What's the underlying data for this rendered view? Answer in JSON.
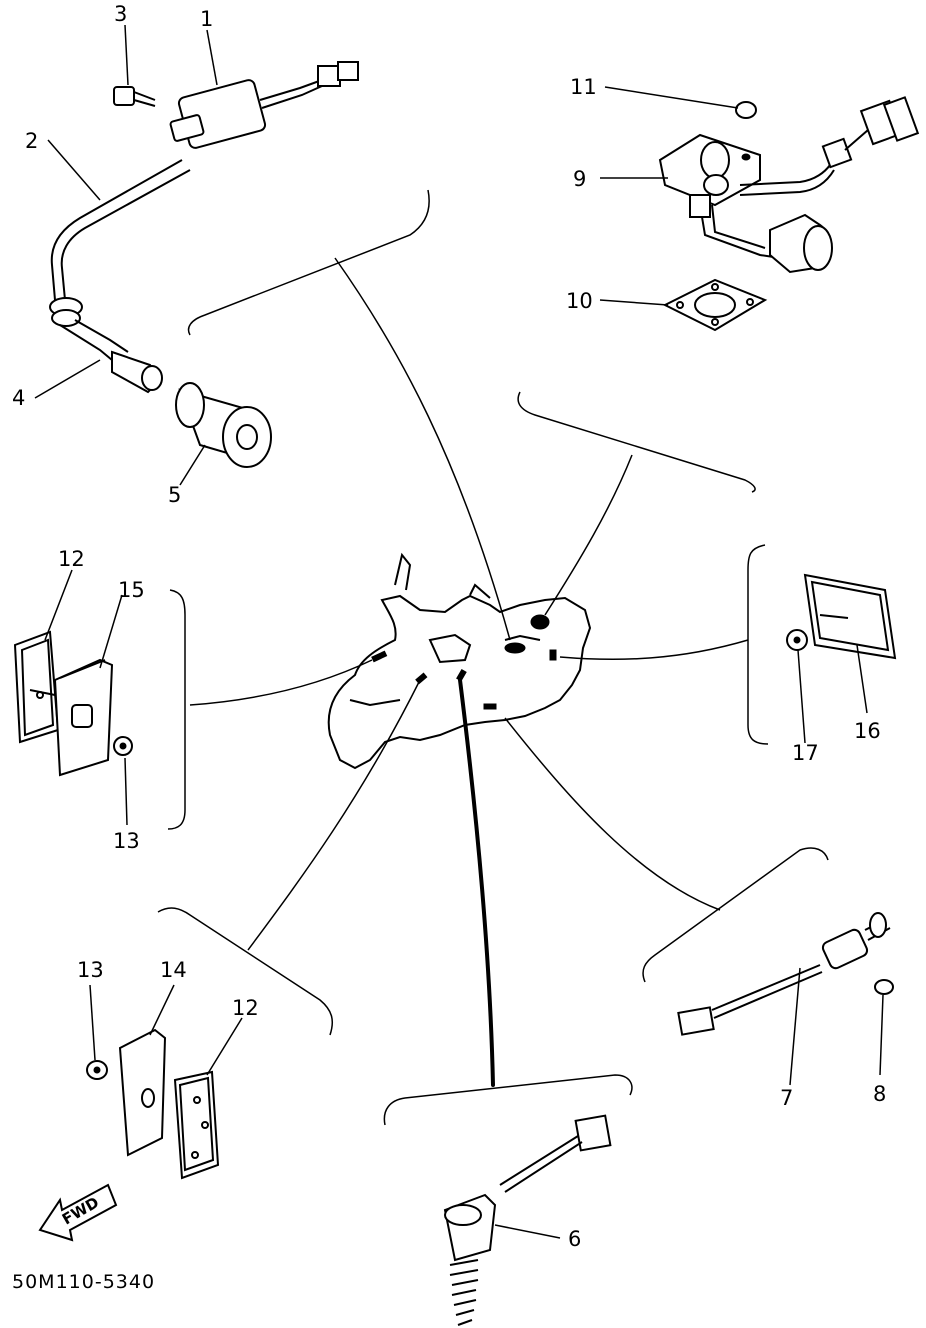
{
  "diagram": {
    "code": "50M110-5340",
    "fwd_label": "FWD",
    "callouts": [
      {
        "id": "c1",
        "label": "1"
      },
      {
        "id": "c2",
        "label": "2"
      },
      {
        "id": "c3",
        "label": "3"
      },
      {
        "id": "c4",
        "label": "4"
      },
      {
        "id": "c5",
        "label": "5"
      },
      {
        "id": "c6",
        "label": "6"
      },
      {
        "id": "c7",
        "label": "7"
      },
      {
        "id": "c8",
        "label": "8"
      },
      {
        "id": "c9",
        "label": "9"
      },
      {
        "id": "c10",
        "label": "10"
      },
      {
        "id": "c11",
        "label": "11"
      },
      {
        "id": "c12a",
        "label": "12"
      },
      {
        "id": "c12b",
        "label": "12"
      },
      {
        "id": "c13a",
        "label": "13"
      },
      {
        "id": "c13b",
        "label": "13"
      },
      {
        "id": "c14",
        "label": "14"
      },
      {
        "id": "c15",
        "label": "15"
      },
      {
        "id": "c16",
        "label": "16"
      },
      {
        "id": "c17",
        "label": "17"
      }
    ]
  }
}
